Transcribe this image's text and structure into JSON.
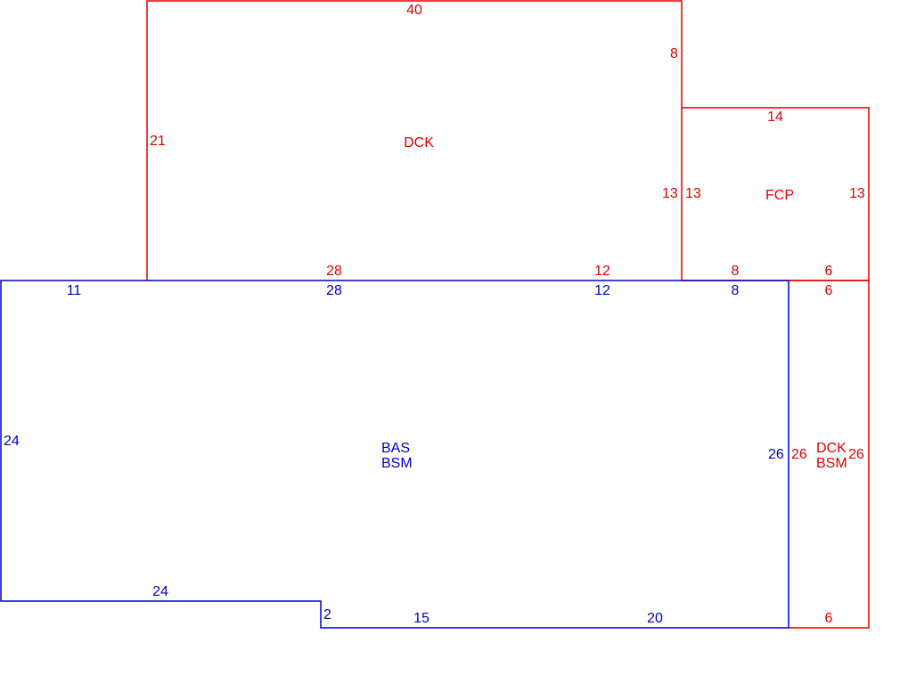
{
  "colors": {
    "red": "#e00000",
    "blue": "#0000c8"
  },
  "areas": {
    "deck_top": {
      "code": "DCK"
    },
    "fcp": {
      "code": "FCP"
    },
    "bas": {
      "code1": "BAS",
      "code2": "BSM"
    },
    "deck_side": {
      "code1": "DCK",
      "code2": "BSM"
    }
  },
  "dims": {
    "deck_top": {
      "top": "40",
      "right_upper": "8",
      "left": "21",
      "right_lower": "13",
      "bottom_left": "28",
      "bottom_right": "12"
    },
    "fcp": {
      "top": "14",
      "left": "13",
      "right": "13",
      "bottom_left": "8",
      "bottom_right": "6"
    },
    "bas": {
      "top_left": "11",
      "top_mid": "28",
      "top_right": "12",
      "top_far": "8",
      "left": "24",
      "bottom_left": "24",
      "step": "2",
      "bottom_mid": "15",
      "bottom_right": "20",
      "right": "26"
    },
    "deck_side": {
      "top": "6",
      "left": "26",
      "right": "26",
      "bottom": "6"
    }
  }
}
